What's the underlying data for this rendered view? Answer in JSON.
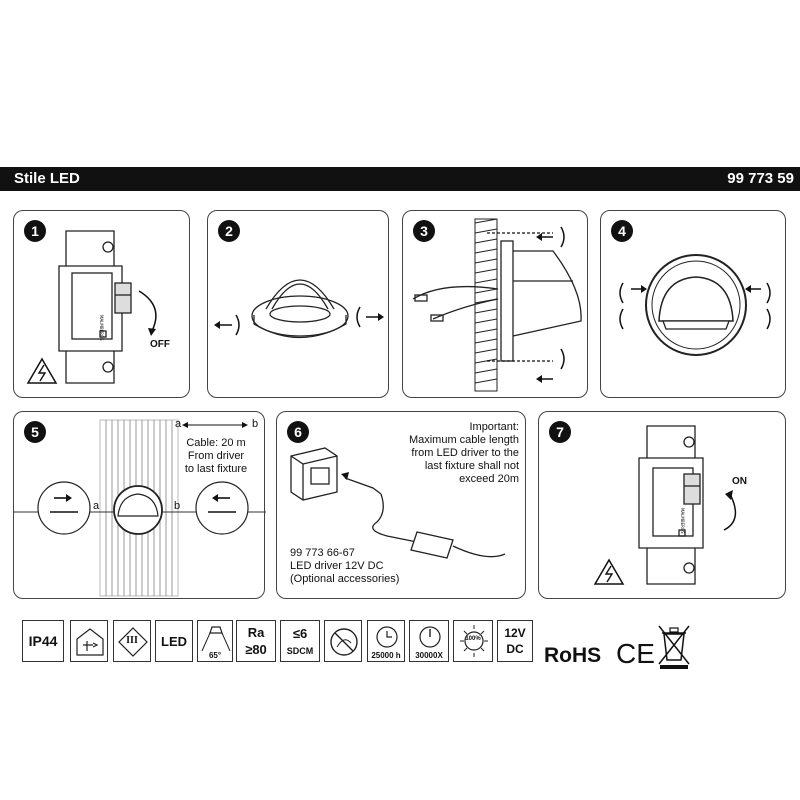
{
  "header": {
    "title": "Stile LED",
    "product_number": "99 773 59"
  },
  "steps": [
    {
      "number": "1"
    },
    {
      "number": "2"
    },
    {
      "number": "3"
    },
    {
      "number": "4"
    },
    {
      "number": "5",
      "label_a": "a",
      "label_b": "b",
      "cable_text": [
        "Cable: 20 m",
        "From driver",
        "to last fixture"
      ]
    },
    {
      "number": "6",
      "important_text": [
        "Important:",
        "Maximum cable length",
        "from LED driver to the",
        "last fixture shall not",
        "exceed 20m"
      ],
      "accessory_text": [
        "99 773 66-67",
        "LED driver 12V DC",
        "(Optional accessories)"
      ]
    },
    {
      "number": "7"
    }
  ],
  "breaker_brand": "MALMBERGS",
  "switch_off_label": "OFF",
  "switch_on_label": "ON",
  "specs": {
    "ip": "IP44",
    "class": "III",
    "led": "LED",
    "beam_angle": "65°",
    "ra_top": "Ra",
    "ra_bottom": "≥80",
    "sdcm_top": "≤6",
    "sdcm_bottom": "SDCM",
    "hours": "25000 h",
    "cycles": "30000X",
    "instant": "100%",
    "volt_top": "12V",
    "volt_bottom": "DC"
  },
  "certs": {
    "rohs": "RoHS",
    "ce": "CE"
  },
  "icons": [
    "electric-hazard-icon",
    "indoor-outdoor-icon",
    "class-iii-icon",
    "beam-angle-icon",
    "no-dimming-icon",
    "lifetime-clock-icon",
    "switch-cycles-icon",
    "instant-light-icon",
    "weee-bin-icon"
  ]
}
